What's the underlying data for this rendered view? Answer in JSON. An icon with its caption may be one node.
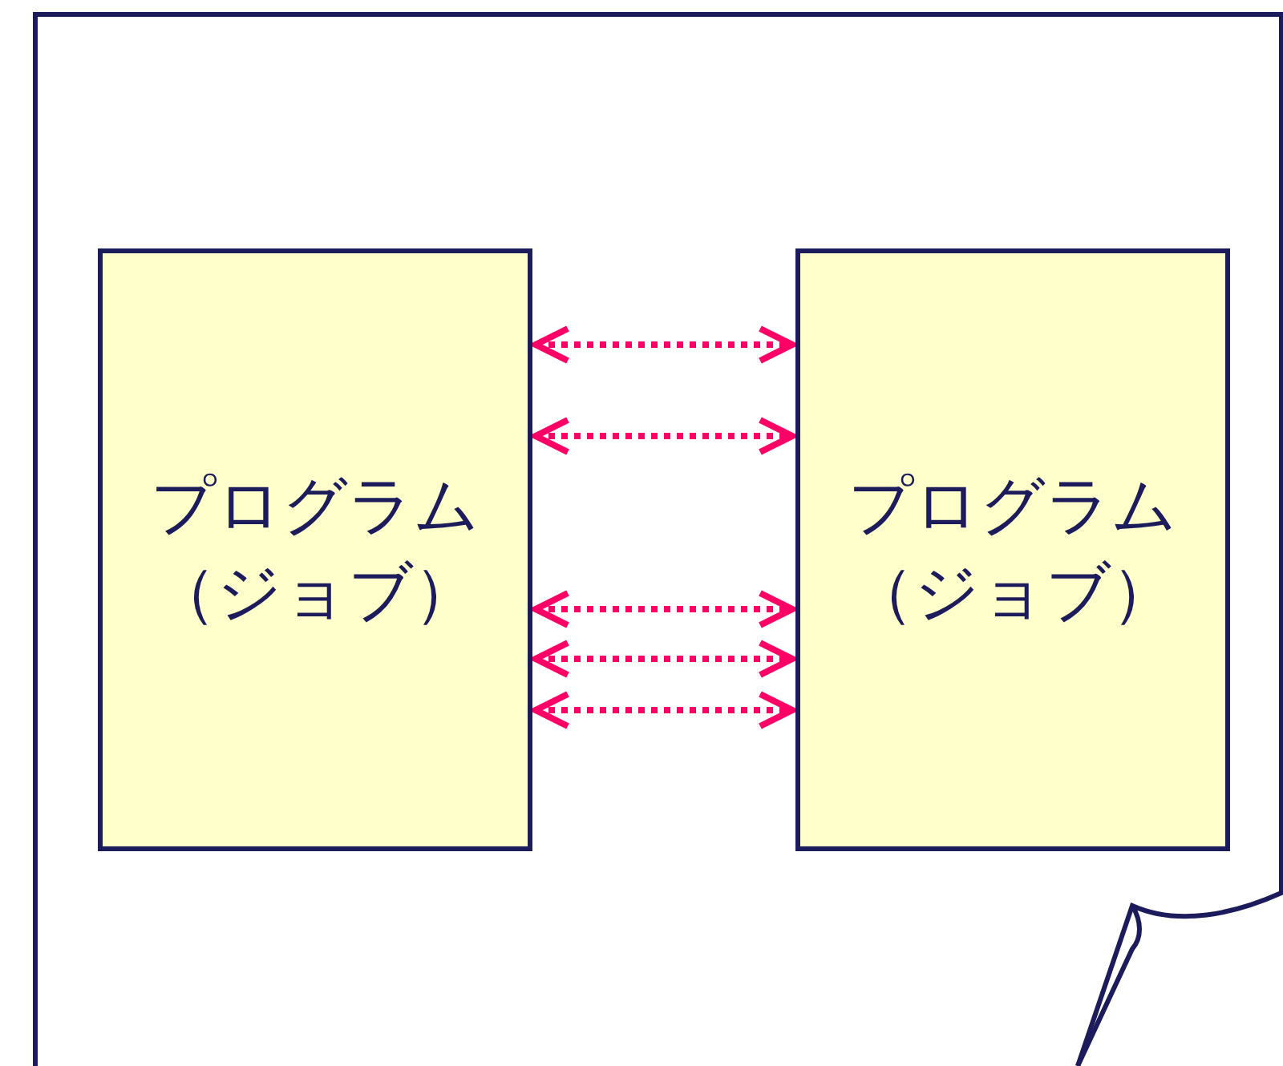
{
  "diagram": {
    "nodes": [
      {
        "text": [
          "プログラム（ジョブ）"
        ]
      },
      {
        "text": [
          "プログラム（ジョブ）"
        ]
      }
    ],
    "edges": [
      {
        "from": 0,
        "to": 1,
        "arrow": "both",
        "style": "dashed",
        "color": "#ff0066"
      },
      {
        "from": 0,
        "to": 1,
        "arrow": "both",
        "style": "dashed",
        "color": "#ff0066"
      },
      {
        "from": 0,
        "to": 1,
        "arrow": "both",
        "style": "dashed",
        "color": "#ff0066"
      },
      {
        "from": 0,
        "to": 1,
        "arrow": "both",
        "style": "dashed",
        "color": "#ff0066"
      },
      {
        "from": 0,
        "to": 1,
        "arrow": "both",
        "style": "dashed",
        "color": "#ff0066"
      }
    ]
  }
}
